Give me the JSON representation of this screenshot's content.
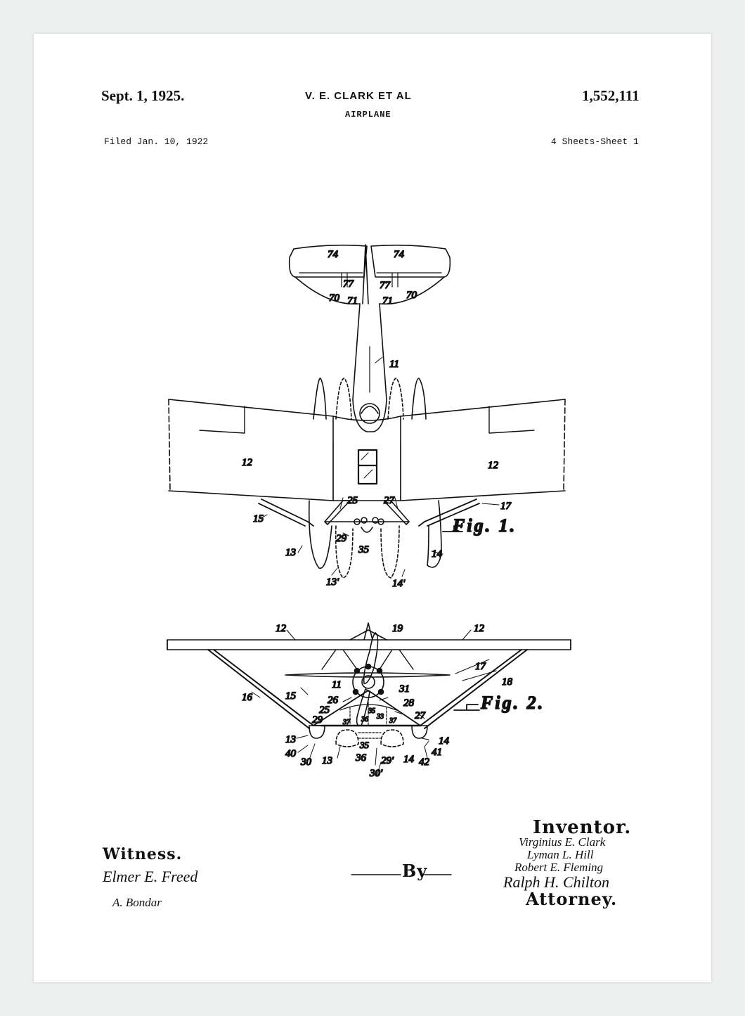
{
  "header": {
    "date": "Sept. 1, 1925.",
    "inventor_line": "V. E. CLARK ET AL",
    "title": "AIRPLANE",
    "patent_number": "1,552,111",
    "filed": "Filed Jan. 10, 1922",
    "sheets": "4 Sheets-Sheet 1"
  },
  "figure1": {
    "label": "Fig. 1.",
    "refs": {
      "r74a": "74",
      "r74b": "74",
      "r77a": "77",
      "r77b": "77",
      "r70a": "70",
      "r70b": "70",
      "r71a": "71",
      "r71b": "71",
      "r11": "11",
      "r12a": "12",
      "r12b": "12",
      "r15": "15",
      "r17": "17",
      "r25": "25",
      "r27": "27",
      "r29": "29",
      "r35": "35",
      "r13": "13",
      "r14": "14",
      "r13p": "13'",
      "r14p": "14'"
    }
  },
  "figure2": {
    "label": "Fig. 2.",
    "refs": {
      "r12a": "12",
      "r12b": "12",
      "r19": "19",
      "r17": "17",
      "r18": "18",
      "r11": "11",
      "r31": "31",
      "r16": "16",
      "r15": "15",
      "r26": "26",
      "r28": "28",
      "r25": "25",
      "r29": "29",
      "r27": "27",
      "r37a": "37",
      "r37b": "37",
      "r36": "36",
      "r35": "35",
      "r33": "33",
      "r13a": "13",
      "r14a": "14",
      "r40": "40",
      "r41": "41",
      "r30": "30",
      "r13b": "13",
      "r36b": "36",
      "r35b": "35",
      "r29p": "29'",
      "r14b": "14",
      "r42": "42",
      "r30p": "30'"
    }
  },
  "footer": {
    "witness_heading": "Witness.",
    "witness_1": "Elmer E. Freed",
    "witness_2": "A. Bondar",
    "by": "By",
    "inventor_heading": "Inventor.",
    "inventor_1": "Virginius E. Clark",
    "inventor_2": "Lyman L. Hill",
    "inventor_3": "Robert E. Fleming",
    "attorney_name": "Ralph H. Chilton",
    "attorney_heading": "Attorney."
  }
}
